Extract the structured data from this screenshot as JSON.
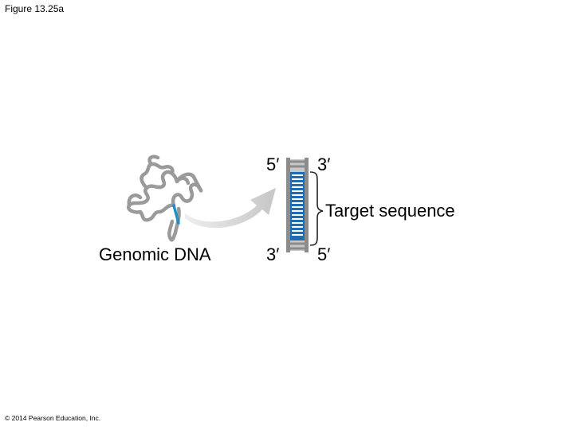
{
  "figure_label": "Figure 13.25a",
  "genomic_label": "Genomic DNA",
  "target_label": "Target sequence",
  "strand": {
    "top_left": "5′",
    "top_right": "3′",
    "bottom_left": "3′",
    "bottom_right": "5′"
  },
  "copyright": "© 2014 Pearson Education, Inc.",
  "colors": {
    "dna_outline": "#9a9a9a",
    "target_segment": "#1f8fc4",
    "arrow": "#cfcfcf",
    "helix_backbone": "#8c8c8c",
    "helix_fill": "#1f6db3",
    "base_pairs": "#ffffff"
  }
}
